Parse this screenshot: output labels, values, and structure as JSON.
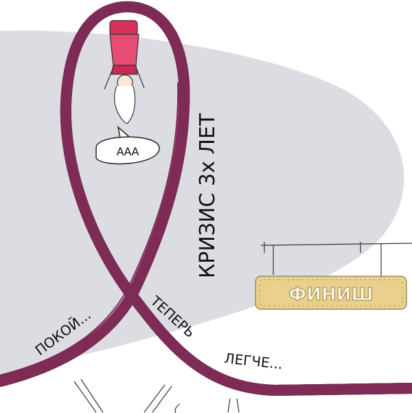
{
  "illustration": {
    "crisis_label": "КРИЗИС 3х ЛЕТ",
    "scream_bubble": "ААА",
    "calm_label": "ПОКОЙ...",
    "easier_label_part1": "ТЕПЕРЬ",
    "easier_label_part2": "ЛЕГЧЕ...",
    "finish_sign": "ФИНИШ"
  },
  "colors": {
    "track": "#7e2b55",
    "background_shape": "#dcdde2",
    "sign": "#e9d08c"
  }
}
